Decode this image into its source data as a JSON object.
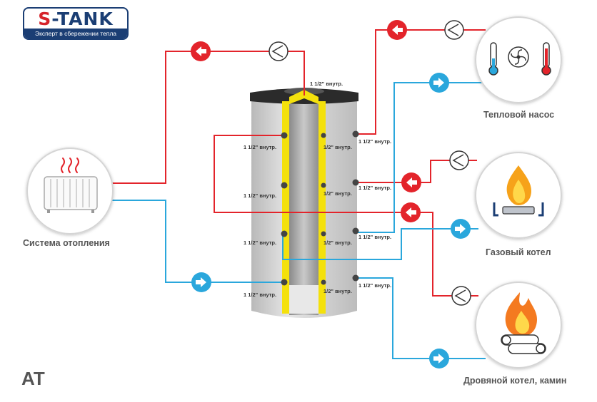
{
  "logo": {
    "brand": "S-TANK",
    "brand_first": "S",
    "brand_rest": "-TANK",
    "slogan": "Эксперт в сбережении тепла"
  },
  "model": "AT",
  "devices": {
    "heating_system": "Система отопления",
    "heat_pump": "Тепловой насос",
    "gas_boiler": "Газовый котел",
    "wood_boiler": "Дровяной котел, камин"
  },
  "port_labels": {
    "top": "1 1/2\" внутр.",
    "left_1": "1 1/2\" внутр.",
    "left_2": "1 1/2\" внутр.",
    "left_3": "1 1/2\" внутр.",
    "left_4": "1 1/2\" внутр.",
    "inner_right_1": "1/2\" внутр.",
    "inner_right_2": "1/2\" внутр.",
    "inner_right_3": "1/2\" внутр.",
    "inner_right_4": "1/2\" внутр.",
    "right_1": "1 1/2\" внутр.",
    "right_2": "1 1/2\" внутр.",
    "right_3": "1 1/2\" внутр.",
    "right_4": "1 1/2\" внутр."
  },
  "colors": {
    "hot": "#e3242b",
    "cold": "#2aa7dc",
    "brand": "#1b3e74",
    "tank": "#d4d4d4",
    "insulation": "#f4e10c"
  },
  "icons": [
    "radiator-icon",
    "heat-pump-icon",
    "gas-flame-icon",
    "wood-fire-icon",
    "pump-icon",
    "arrow-left-icon",
    "arrow-right-icon"
  ]
}
